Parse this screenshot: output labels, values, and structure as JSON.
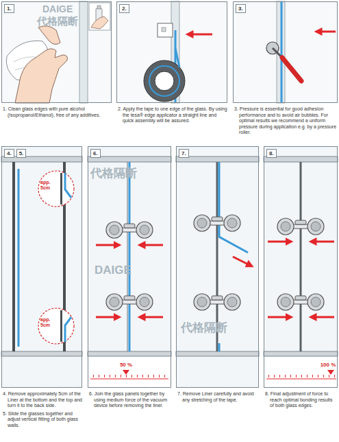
{
  "diagram": {
    "nodes": [
      {
        "text": [
          "1.",
          "1. Clean glass edges with pure alcohol (Isopropanol/Ethanol), free of any additives."
        ]
      },
      {
        "text": [
          "2.",
          "2. Apply the tape to one edge of the glass. By using the tesa® edge applicator a straight line and quick assembly will be assured."
        ]
      },
      {
        "text": [
          "3.",
          "3. Pressure is essential for good adhesion performance and to avoid air bubbles. For optimal results we recommend a uniform pressure during application e.g. by a pressure roller."
        ]
      },
      {
        "text": [
          "4.",
          "5.",
          "4. Remove approximately 5cm of the Liner at the bottom and the top and turn it to the back side.",
          "5. Slide the glasses together and adjust vertical fitting of both glass walls."
        ]
      },
      {
        "text": [
          "6.",
          "6. Join the glass panels together by using medium force of the vacuum device before removing the liner."
        ]
      },
      {
        "text": [
          "7.",
          "7. Remove Liner carefully and avoid any stretching of the tape."
        ]
      },
      {
        "text": [
          "8.",
          "8. Final adjustment of force to reach optimal bonding results of both glass edges."
        ]
      }
    ],
    "labels": [
      "app. 5cm",
      "app. 5cm",
      "50 %",
      "100 %",
      "DAIGE",
      "代格隔断",
      "代格隔断",
      "DAIGE",
      "代格隔断"
    ]
  }
}
